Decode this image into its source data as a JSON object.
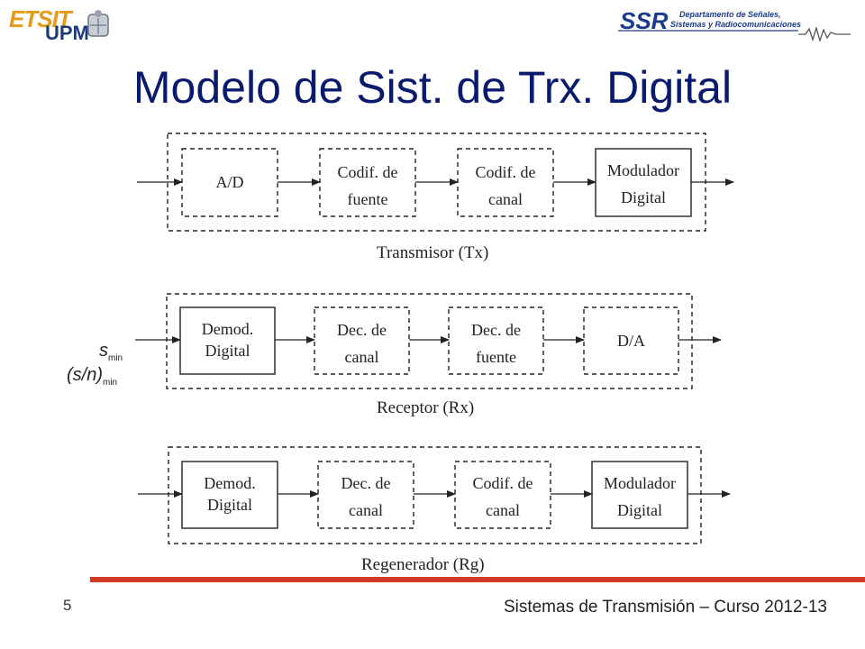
{
  "header": {
    "logo_left_top": "ETSIT",
    "logo_left_bottom": "UPM",
    "logo_right_brand": "SSR",
    "logo_right_line1": "Departamento de Señales,",
    "logo_right_line2": "Sistemas y Radiocomunicaciones"
  },
  "title": "Modelo de Sist. de Trx. Digital",
  "transmitter": {
    "blocks": [
      {
        "line1": "A/D",
        "line2": ""
      },
      {
        "line1": "Codif. de",
        "line2": "fuente"
      },
      {
        "line1": "Codif. de",
        "line2": "canal"
      },
      {
        "line1": "Modulador",
        "line2": "Digital"
      }
    ],
    "label": "Transmisor (Tx)"
  },
  "receiver": {
    "blocks": [
      {
        "line1": "Demod.",
        "line2": "Digital"
      },
      {
        "line1": "Dec. de",
        "line2": "canal"
      },
      {
        "line1": "Dec. de",
        "line2": "fuente"
      },
      {
        "line1": "D/A",
        "line2": ""
      }
    ],
    "label": "Receptor (Rx)",
    "input_symbol_1": "s",
    "input_symbol_1_sub": "min",
    "input_symbol_2": "(s/n)",
    "input_symbol_2_sub": "min"
  },
  "regenerator": {
    "blocks": [
      {
        "line1": "Demod.",
        "line2": "Digital"
      },
      {
        "line1": "Dec. de",
        "line2": "canal"
      },
      {
        "line1": "Codif. de",
        "line2": "canal"
      },
      {
        "line1": "Modulador",
        "line2": "Digital"
      }
    ],
    "label": "Regenerador (Rg)"
  },
  "footer": {
    "page_number": "5",
    "text": "Sistemas de Transmisión – Curso 2012-13"
  },
  "colors": {
    "title": "#0a1a6e",
    "accent_bar": "#d23b26",
    "logo_orange": "#e59a19",
    "logo_blue": "#1a3b8c"
  }
}
